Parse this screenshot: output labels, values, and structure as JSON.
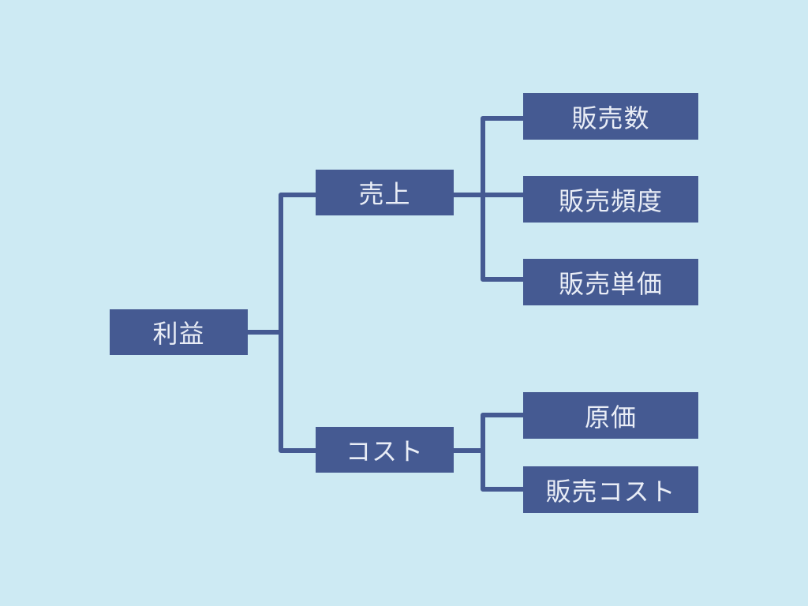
{
  "root": {
    "label": "利益"
  },
  "branches": [
    {
      "label": "売上",
      "children": [
        {
          "label": "販売数"
        },
        {
          "label": "販売頻度"
        },
        {
          "label": "販売単価"
        }
      ]
    },
    {
      "label": "コスト",
      "children": [
        {
          "label": "原価"
        },
        {
          "label": "販売コスト"
        }
      ]
    }
  ],
  "colors": {
    "background": "#cdeaf3",
    "node_fill": "#455a92",
    "node_text": "#e9edf6",
    "connector": "#455a92"
  }
}
